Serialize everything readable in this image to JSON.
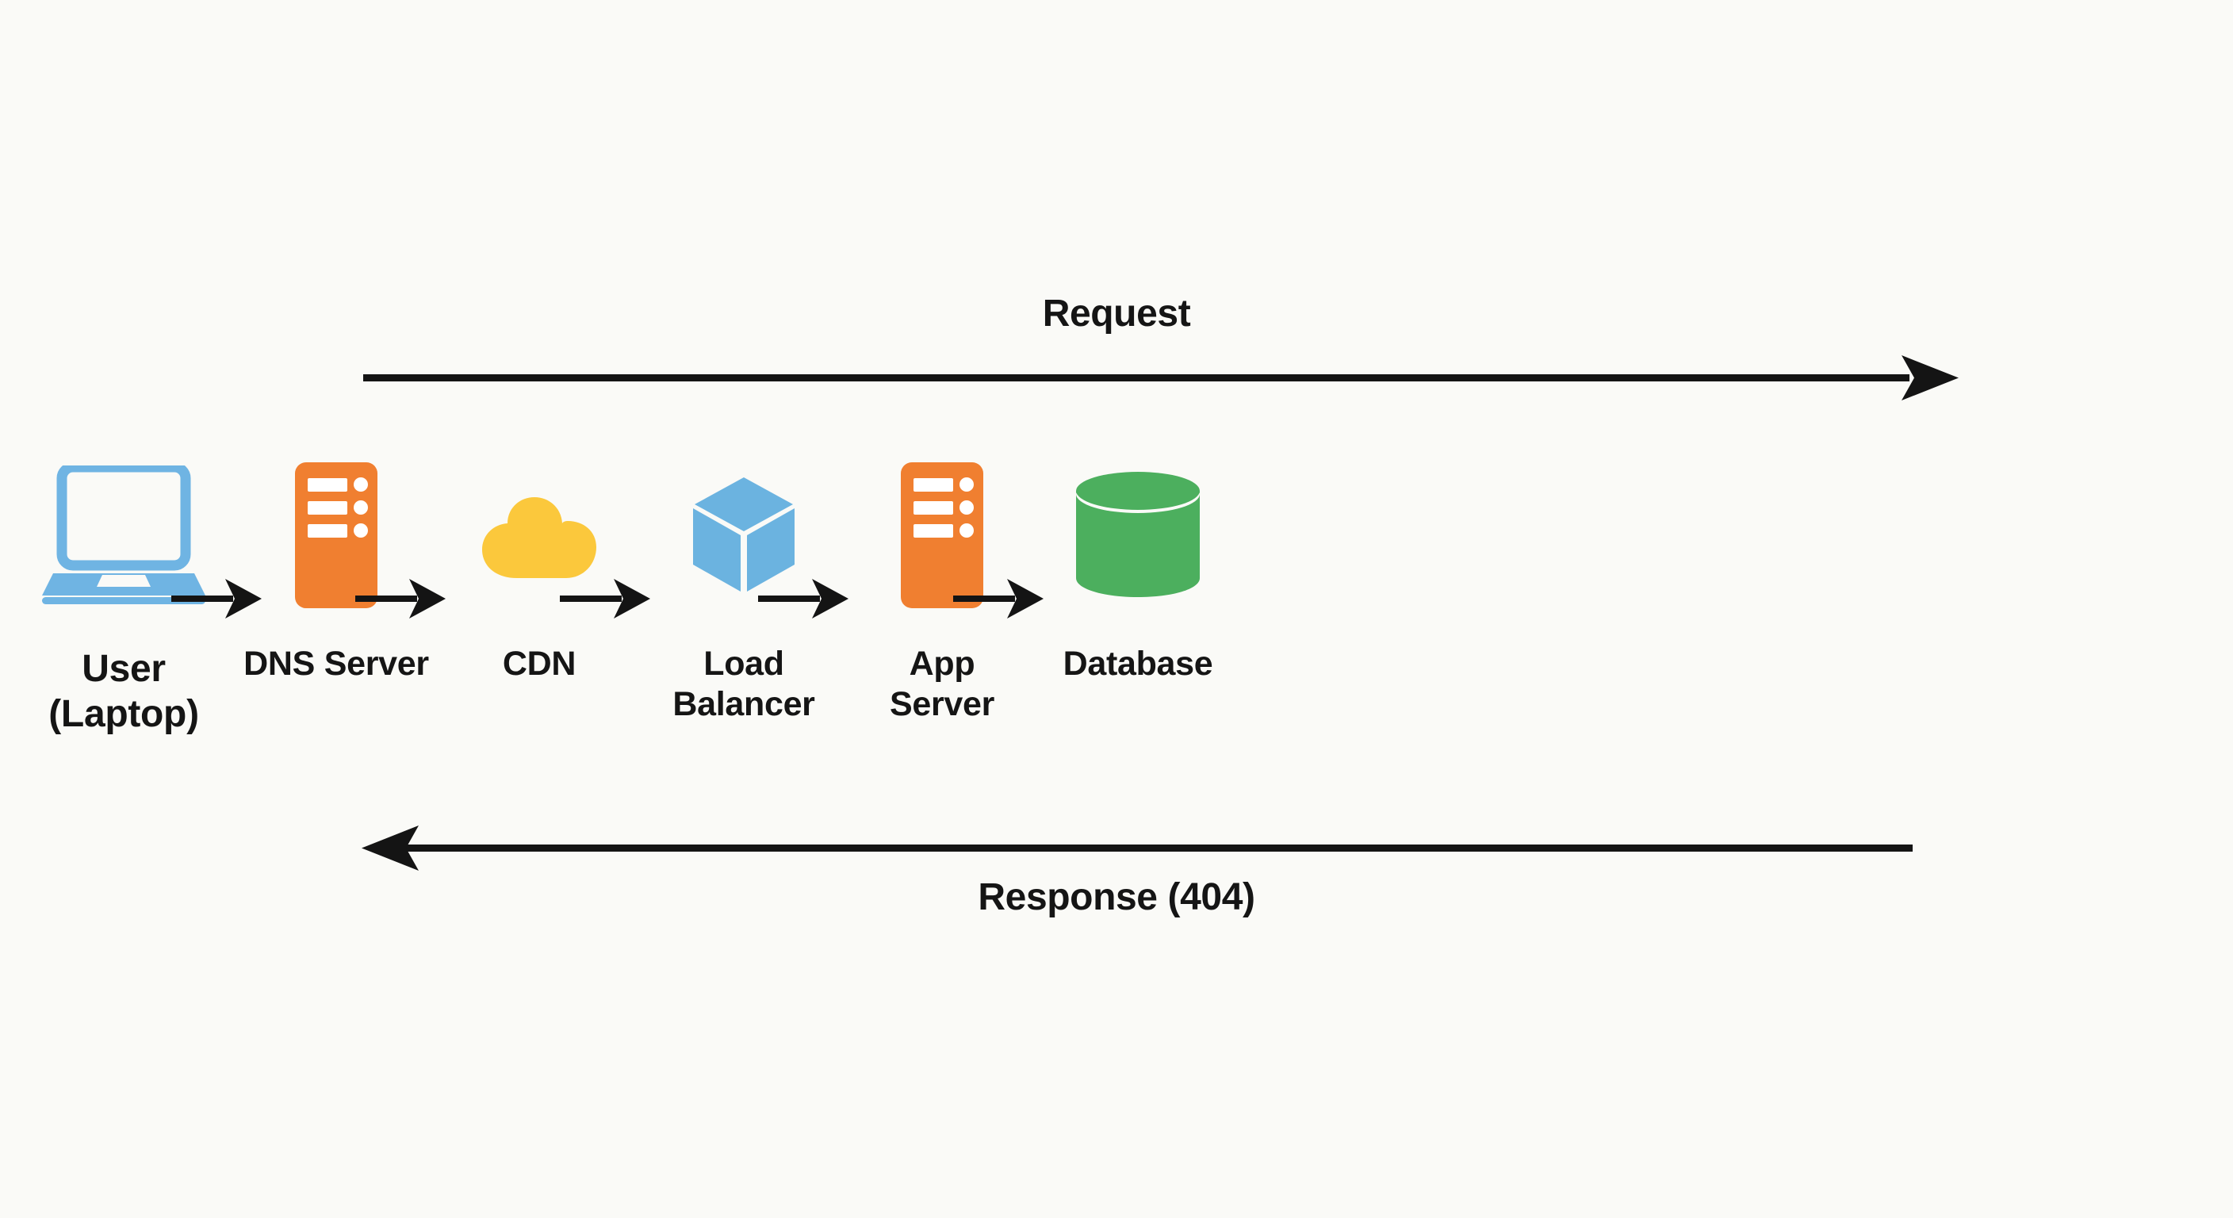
{
  "diagram": {
    "title_present": false,
    "background_color": "#fafaf7",
    "stroke_color": "#141414",
    "nodes": [
      {
        "id": "user",
        "icon": "laptop-icon",
        "label": "User\n(Laptop)",
        "color": "#6fb4e3"
      },
      {
        "id": "dns",
        "icon": "server-rack-icon",
        "label": "DNS Server",
        "color": "#f07f30"
      },
      {
        "id": "cdn",
        "icon": "cloud-icon",
        "label": "CDN",
        "color": "#fbc83c"
      },
      {
        "id": "lb",
        "icon": "cube-icon",
        "label": "Load\nBalancer",
        "color": "#6bb3e0"
      },
      {
        "id": "app",
        "icon": "server-rack-icon",
        "label": "App\nServer",
        "color": "#f07f30"
      },
      {
        "id": "db",
        "icon": "database-cylinder-icon",
        "label": "Database",
        "color": "#4caf5e"
      }
    ],
    "flows": {
      "request": {
        "caption": "Request",
        "direction": "left-to-right",
        "from": "user",
        "to": "db"
      },
      "response": {
        "caption": "Response (404)",
        "direction": "right-to-left",
        "from": "db",
        "to": "user"
      }
    },
    "step_arrows": [
      {
        "from": "user",
        "to": "dns"
      },
      {
        "from": "dns",
        "to": "cdn"
      },
      {
        "from": "cdn",
        "to": "lb"
      },
      {
        "from": "lb",
        "to": "app"
      },
      {
        "from": "app",
        "to": "db"
      }
    ]
  }
}
